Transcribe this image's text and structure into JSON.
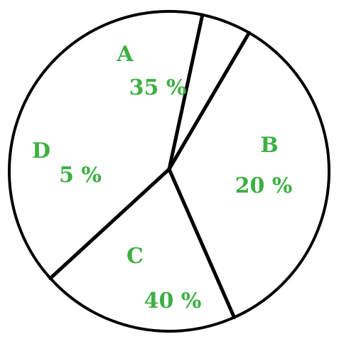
{
  "chart_data": {
    "type": "pie",
    "slices": [
      {
        "label": "A",
        "value": 35,
        "value_text": "35 %"
      },
      {
        "label": "B",
        "value": 20,
        "value_text": "20 %"
      },
      {
        "label": "C",
        "value": 40,
        "value_text": "40 %"
      },
      {
        "label": "D",
        "value": 5,
        "value_text": "5 %"
      }
    ]
  },
  "colors": {
    "label_text": "#3cb043",
    "outline": "#000000",
    "background": "#ffffff"
  }
}
